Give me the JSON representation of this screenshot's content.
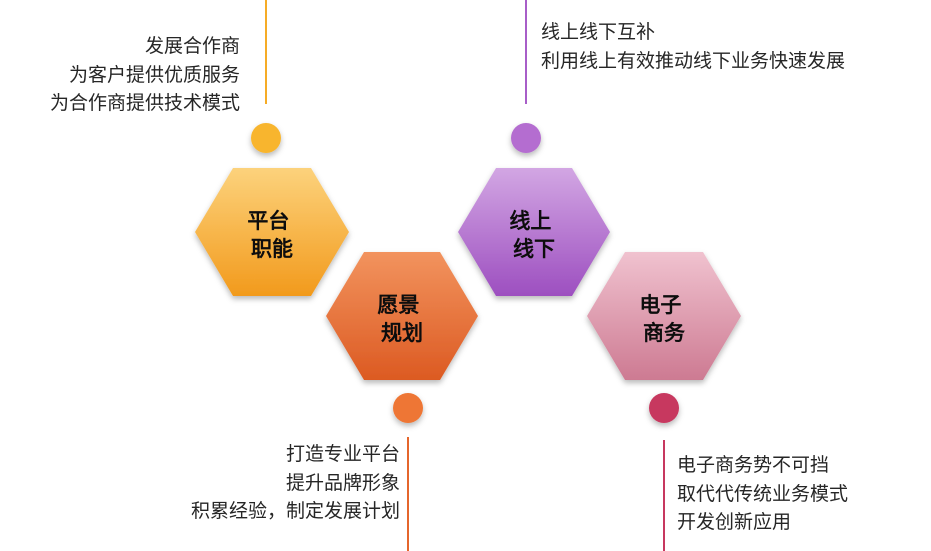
{
  "colors": {
    "platform": "#f6ac26",
    "vision": "#e5662c",
    "online": "#a85ec8",
    "ecommerce": "#d98ba1",
    "ecommerce_dot": "#c7385f",
    "vision_dot": "#ee7634",
    "platform_dot": "#f8b52e",
    "online_dot": "#b46dd0",
    "text": "#262626"
  },
  "hexagons": [
    {
      "key": "platform",
      "title_lines": [
        "平台",
        "职能"
      ]
    },
    {
      "key": "vision",
      "title_lines": [
        "愿景",
        "规划"
      ]
    },
    {
      "key": "online",
      "title_lines": [
        "线上",
        "线下"
      ]
    },
    {
      "key": "ecommerce",
      "title_lines": [
        "电子",
        "商务"
      ]
    }
  ],
  "descriptions": {
    "platform": [
      "发展合作商",
      "为客户提供优质服务",
      "为合作商提供技术模式"
    ],
    "online": [
      "线上线下互补",
      "利用线上有效推动线下业务快速发展"
    ],
    "vision": [
      "打造专业平台",
      "提升品牌形象",
      "积累经验，制定发展计划"
    ],
    "ecommerce": [
      "电子商务势不可挡",
      "取代代传统业务模式",
      "开发创新应用"
    ]
  }
}
